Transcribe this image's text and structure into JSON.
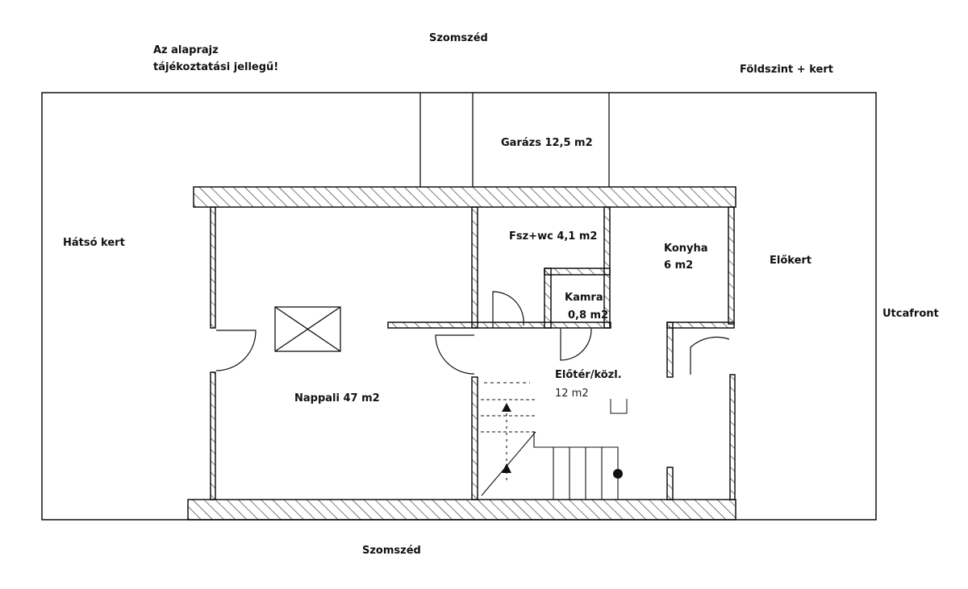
{
  "notes": {
    "disclaimer_line1": "Az alaprajz",
    "disclaimer_line2": "tájékoztatási jellegű!",
    "level": "Földszint + kert"
  },
  "surroundings": {
    "neighbor_top": "Szomszéd",
    "neighbor_bottom": "Szomszéd",
    "back_garden": "Hátsó kert",
    "front_garden": "Előkert",
    "street_front": "Utcafront"
  },
  "rooms": {
    "garage": "Garázs 12,5 m2",
    "toilet": "Fsz+wc 4,1 m2",
    "kitchen_name": "Konyha",
    "kitchen_area": "6 m2",
    "pantry_name": "Kamra",
    "pantry_area": "0,8 m2",
    "hall_name": "Előtér/közl.",
    "hall_area": "12 m2",
    "living": "Nappali 47 m2"
  },
  "colors": {
    "line": "#111111",
    "background": "#ffffff"
  }
}
